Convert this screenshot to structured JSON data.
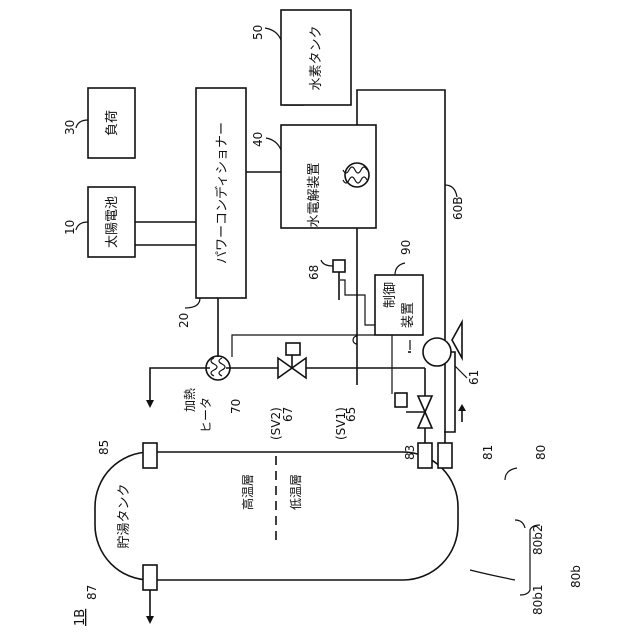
{
  "figure_label": "1B",
  "refs": {
    "solar": "10",
    "pcs": "20",
    "load": "30",
    "electrolyzer": "40",
    "h2tank": "50",
    "line": "60B",
    "pump": "61",
    "sv1": "65",
    "sv2": "67",
    "sensor": "68",
    "heater": "70",
    "tank": "80",
    "tank_80b": "80b",
    "tank_80b1": "80b1",
    "tank_80b2": "80b2",
    "port81": "81",
    "port83": "83",
    "port85": "85",
    "port87": "87",
    "controller": "90"
  },
  "labels": {
    "solar": "太陽電池",
    "load": "負荷",
    "pcs": "パワーコンディショナー",
    "h2tank": "水素タンク",
    "electrolyzer": "水電解装置",
    "controller_1": "制御",
    "controller_2": "装置",
    "heater_1": "加熱",
    "heater_2": "ヒータ",
    "sv2_tag": "(SV2)",
    "sv1_tag": "(SV1)",
    "tank": "貯湯タンク",
    "high_layer": "高温層",
    "low_layer": "低温層"
  }
}
